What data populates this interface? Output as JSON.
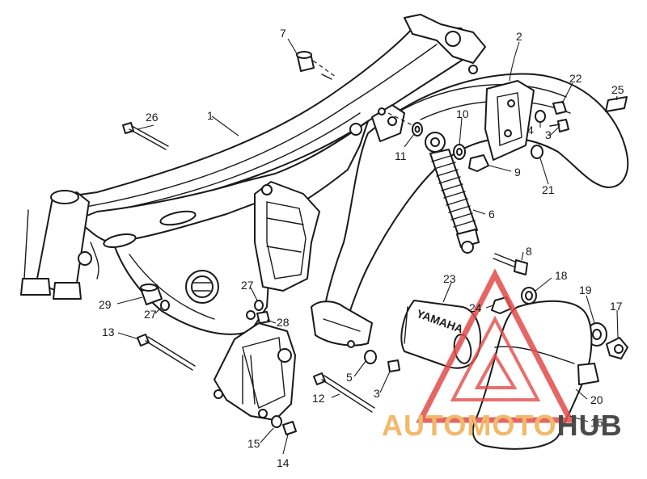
{
  "diagram": {
    "callouts": [
      "1",
      "2",
      "3",
      "3",
      "4",
      "5",
      "6",
      "7",
      "8",
      "9",
      "10",
      "11",
      "12",
      "13",
      "14",
      "15",
      "16",
      "17",
      "18",
      "19",
      "20",
      "21",
      "22",
      "23",
      "24",
      "25",
      "26",
      "27",
      "27",
      "28",
      "29"
    ]
  },
  "watermark": {
    "part1": "AUTOMOTO",
    "part2": "HUB",
    "color_auto": "#f2b96a",
    "color_hub": "#4a4a4a",
    "color_logo": "#e24a4a"
  },
  "labels": {
    "emblem": "YAMAHA"
  }
}
